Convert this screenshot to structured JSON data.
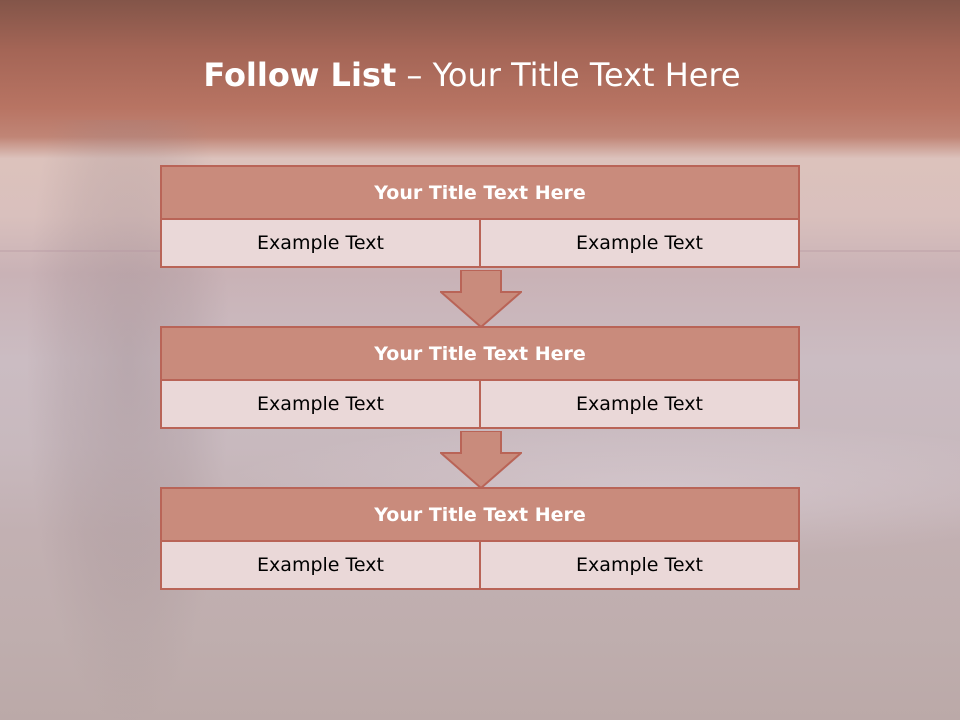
{
  "slide": {
    "title_bold": "Follow List",
    "title_rest": " – Your Title Text Here"
  },
  "boxes": [
    {
      "heading": "Your Title Text Here",
      "left": "Example Text",
      "right": "Example Text"
    },
    {
      "heading": "Your Title Text Here",
      "left": "Example Text",
      "right": "Example Text"
    },
    {
      "heading": "Your Title Text Here",
      "left": "Example Text",
      "right": "Example Text"
    }
  ],
  "colors": {
    "header_fill": "#c98b7c",
    "border": "#b96457",
    "cell_fill": "#ead8d8",
    "title_band": "#b87463"
  }
}
